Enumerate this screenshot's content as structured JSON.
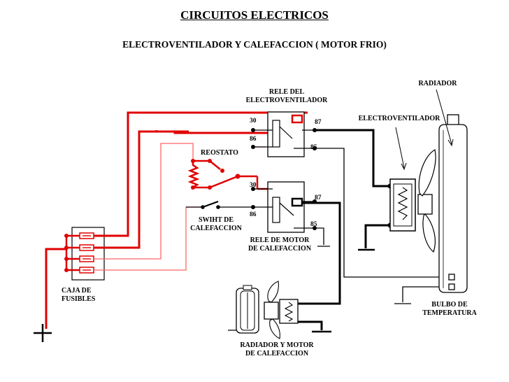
{
  "title": "CIRCUITOS ELECTRICOS",
  "subtitle": "ELECTROVENTILADOR Y CALEFACCION ( MOTOR FRIO)",
  "labels": {
    "radiador": "RADIADOR",
    "rele_electroventilador_1": "RELE DEL",
    "rele_electroventilador_2": "ELECTROVENTILADOR",
    "electroventilador": "ELECTROVENTILADOR",
    "reostato": "REOSTATO",
    "swiht_1": "SWIHT DE",
    "swiht_2": "CALEFACCION",
    "rele_motor_1": "RELE DE MOTOR",
    "rele_motor_2": "DE CALEFACCION",
    "caja_1": "CAJA DE",
    "caja_2": "FUSIBLES",
    "bulbo_1": "BULBO DE",
    "bulbo_2": "TEMPERATURA",
    "radiador_motor_1": "RADIADOR Y MOTOR",
    "radiador_motor_2": "DE CALEFACCION",
    "plus_sign": "+"
  },
  "relay1_pins": {
    "p30": "30",
    "p86": "86",
    "p87": "87",
    "p85": "85"
  },
  "relay2_pins": {
    "p30": "30",
    "p86": "86",
    "p87": "87",
    "p85": "85"
  },
  "colors": {
    "power_wire": "#e00000",
    "thin_wire": "#ff6666",
    "ground_wire": "#000000"
  }
}
